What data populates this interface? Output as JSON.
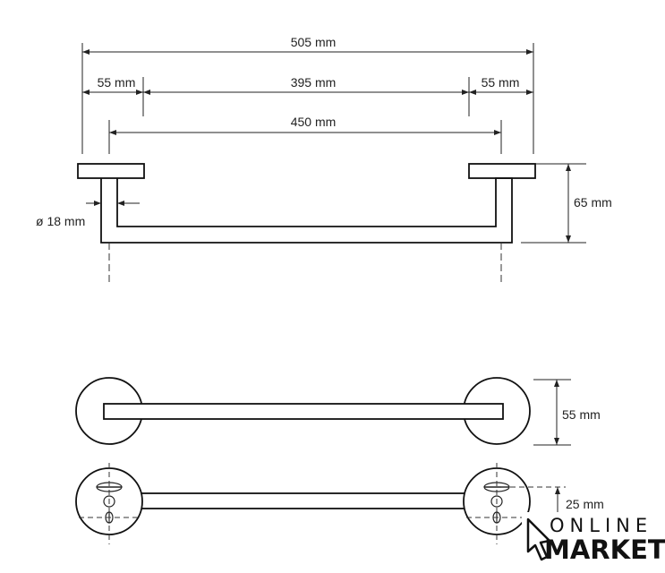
{
  "dimensions": {
    "overall": "505 mm",
    "left_margin": "55 mm",
    "middle_span": "395 mm",
    "right_margin": "55 mm",
    "center_span": "450 mm",
    "tube_diameter": "ø 18 mm",
    "height": "65 mm",
    "depth": "55 mm",
    "mount_offset": "25 mm"
  },
  "watermark": {
    "line1": "ONLINE",
    "line2": "MARKET"
  }
}
